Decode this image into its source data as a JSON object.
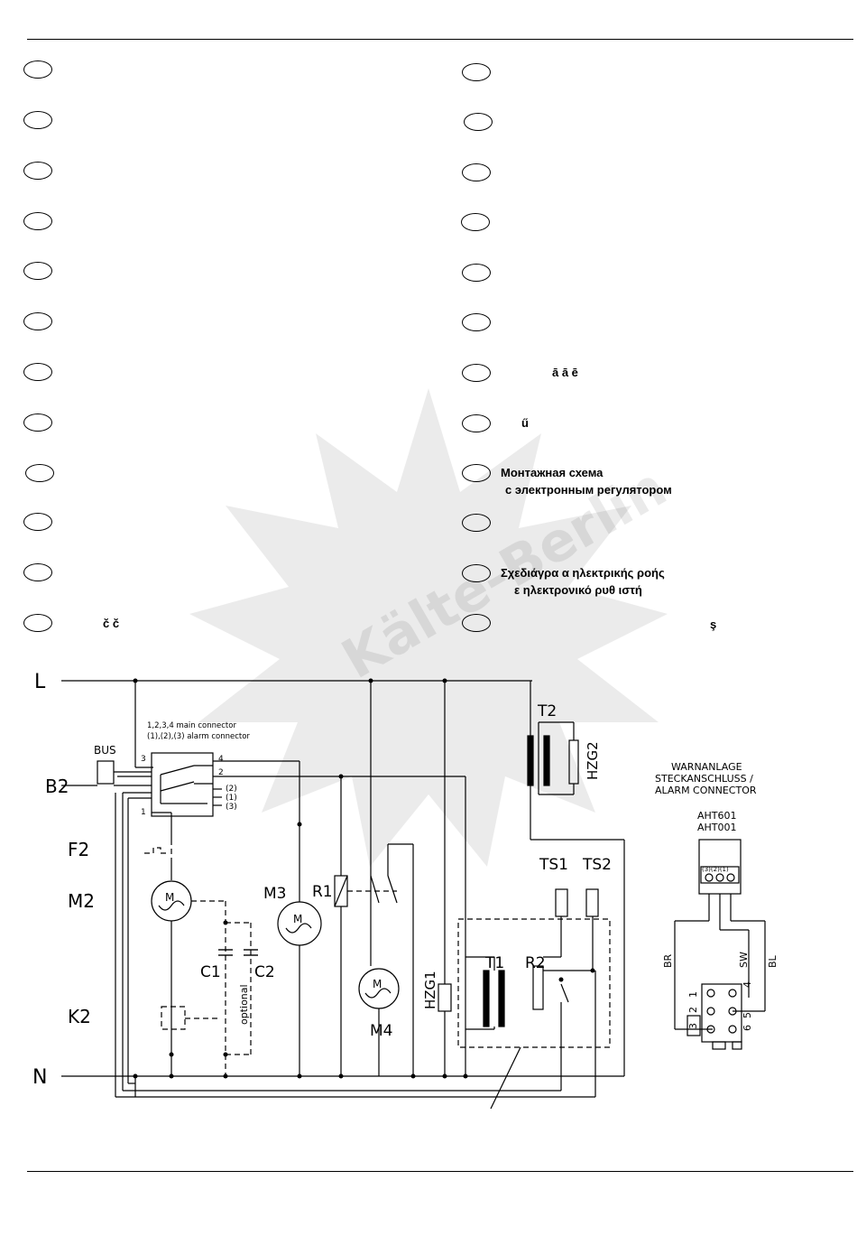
{
  "legend_right": {
    "r7": "ā ā    ē",
    "r8": "ű",
    "r9_line1": "Монтажная схема",
    "r9_line2": "с электронным регулятором",
    "r11_line1": "Σχεδιάγρα    α ηλεκτρικής ροής",
    "r11_line2": "ε ηλεκτρονικό ρυθ  ιστή",
    "r12": "ş"
  },
  "legend_left": {
    "r12": "č                  č"
  },
  "watermark": "Kälte-Berlin",
  "diagram": {
    "L": "L",
    "N": "N",
    "B2": "B2",
    "F2": "F2",
    "M2": "M2",
    "M3": "M3",
    "M4": "M4",
    "K2": "K2",
    "R1": "R1",
    "C1": "C1",
    "C2": "C2",
    "T1": "T1",
    "T2": "T2",
    "R2": "R2",
    "TS1": "TS1",
    "TS2": "TS2",
    "HZG1": "HZG1",
    "HZG2": "HZG2",
    "BUS": "BUS",
    "optional": "optional",
    "connector_note1": "1,2,3,4 main connector",
    "connector_note2": "(1),(2),(3) alarm connector",
    "term3": "3",
    "term4": "4",
    "term2": "2",
    "term1": "1",
    "alarm2": "(2)",
    "alarm1": "(1)",
    "alarm3": "(3)",
    "warn1": "WARNANLAGE",
    "warn2": "STECKANSCHLUSS /",
    "warn3": "ALARM CONNECTOR",
    "aht1": "AHT601",
    "aht2": "AHT001",
    "aht_pins": "(3)(2)(1)",
    "wire_br": "BR",
    "wire_sw": "SW",
    "wire_bl": "BL",
    "plug_2": "2",
    "plug_1": "1",
    "plug_3": "3",
    "plug_4": "4",
    "plug_5": "5",
    "plug_6": "6",
    "motor": "M"
  }
}
